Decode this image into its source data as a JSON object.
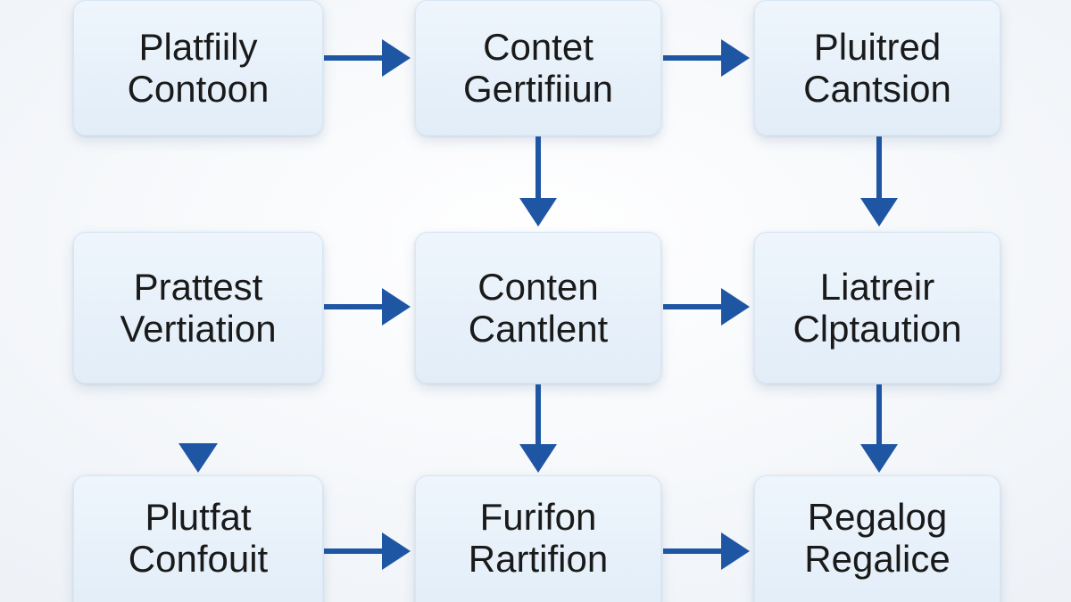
{
  "nodes": [
    {
      "line1": "Platfiily",
      "line2": "Contoon"
    },
    {
      "line1": "Contet",
      "line2": "Gertifiiun"
    },
    {
      "line1": "Pluitred",
      "line2": "Cantsion"
    },
    {
      "line1": "Prattest",
      "line2": "Vertiation"
    },
    {
      "line1": "Conten",
      "line2": "Cantlent"
    },
    {
      "line1": "Liatreir",
      "line2": "Clptaution"
    },
    {
      "line1": "Plutfat",
      "line2": "Confouit"
    },
    {
      "line1": "Furifon",
      "line2": "Rartifion"
    },
    {
      "line1": "Regalog",
      "line2": "Regalice"
    }
  ],
  "colors": {
    "node_fill_top": "#eef5fc",
    "node_fill_bottom": "#e2edf8",
    "node_border": "#d8e6f3",
    "arrow": "#1f56a4",
    "text": "#1a1a1a",
    "background": "#f7f9fc"
  }
}
